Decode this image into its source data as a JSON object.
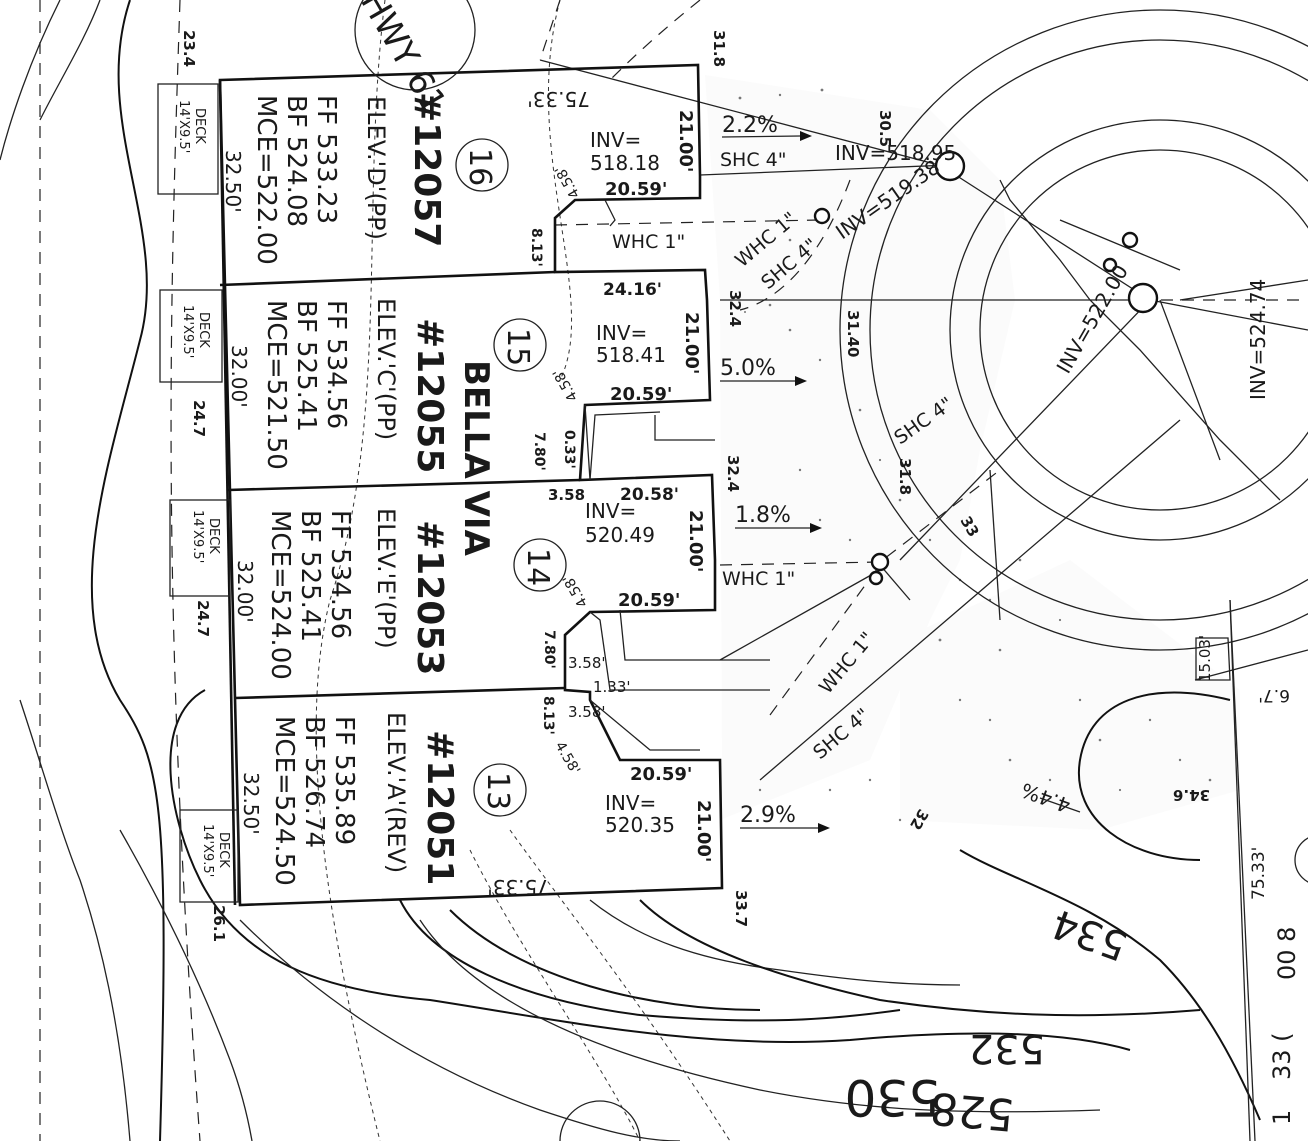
{
  "street_name": "BELLA VIA",
  "street_label": "HWY 61",
  "lots": [
    {
      "number": "16",
      "plan": "#12057",
      "elev": "ELEV.'D'(PP)",
      "ff": "FF  533.23",
      "bf": "BF  524.08",
      "mce": "MCE=522.00",
      "rear_width": "32.50'",
      "deck": "DECK",
      "deck_size": "14'X9.5'",
      "inv_label": "INV=",
      "inv": "518.18",
      "front_dim": "21.00'",
      "garage_dim": "20.59'"
    },
    {
      "number": "15",
      "plan": "#12055",
      "elev": "ELEV.'C'(PP)",
      "ff": "FF  534.56",
      "bf": "BF  525.41",
      "mce": "MCE=521.50",
      "rear_width": "32.00'",
      "deck": "DECK",
      "deck_size": "14'X9.5'",
      "inv_label": "INV=",
      "inv": "518.41",
      "front_dim": "21.00'",
      "garage_dim": "20.59'"
    },
    {
      "number": "14",
      "plan": "#12053",
      "elev": "ELEV.'E'(PP)",
      "ff": "FF  534.56",
      "bf": "BF  525.41",
      "mce": "MCE=524.00",
      "rear_width": "32.00'",
      "deck": "DECK",
      "deck_size": "14'X9.5'",
      "inv_label": "INV=",
      "inv": "520.49",
      "front_dim": "21.00'",
      "garage_dim": "20.59'"
    },
    {
      "number": "13",
      "plan": "#12051",
      "elev": "ELEV.'A'(REV)",
      "ff": "FF  535.89",
      "bf": "BF  526.74",
      "mce": "MCE=524.50",
      "rear_width": "32.50'",
      "deck": "DECK",
      "deck_size": "14'X9.5'",
      "inv_label": "INV=",
      "inv": "520.35",
      "front_dim": "21.00'",
      "garage_dim": "20.59'"
    }
  ],
  "dimensions": {
    "lot_depth_top": "75.33'",
    "lot_depth_bottom": "75.33'",
    "lot_depth_right": "75.33'",
    "d_24_16": "24.16'",
    "d_20_58": "20.58'",
    "d_3_58_a": "3.58",
    "d_3_58_b": "3.58'",
    "d_3_58_c": "3.58'",
    "d_1_33": "1.33'",
    "d_0_33": "0.33'",
    "d_4_58_a": "4.58'",
    "d_4_58_b": "4.58'",
    "d_4_58_c": "4.58'",
    "d_4_58_d": "4.58'",
    "d_8_13_a": "8.13'",
    "d_8_13_b": "8.13'",
    "d_7_80_a": "7.80'",
    "d_7_80_b": "7.80'",
    "d_15_03": "15.03'",
    "d_6_7": "6.7'"
  },
  "spot_elevations": [
    "23.4",
    "31.8",
    "30.5",
    "32.4",
    "31.40",
    "32.4",
    "31.8",
    "24.7",
    "24.7",
    "26.1",
    "33.7",
    "34.6",
    "32",
    "33"
  ],
  "slopes": [
    "2.2%",
    "5.0%",
    "1.8%",
    "2.9%",
    "4.4%"
  ],
  "utilities": {
    "shc_1": "SHC 4\"",
    "shc_2": "SHC 4\"",
    "shc_3": "SHC 4\"",
    "shc_4": "SHC 4\"",
    "whc_1": "WHC 1\"",
    "whc_2": "WHC 1\"",
    "whc_3": "WHC 1\"",
    "whc_4": "WHC 1\"",
    "inv_1": "INV=518.95",
    "inv_2": "INV=519.38",
    "inv_3": "INV=522.00",
    "inv_4": "INV=524.74"
  },
  "contours": [
    "534",
    "532",
    "530",
    "528"
  ],
  "partial_text": [
    "00 8",
    "33 (",
    "1"
  ]
}
